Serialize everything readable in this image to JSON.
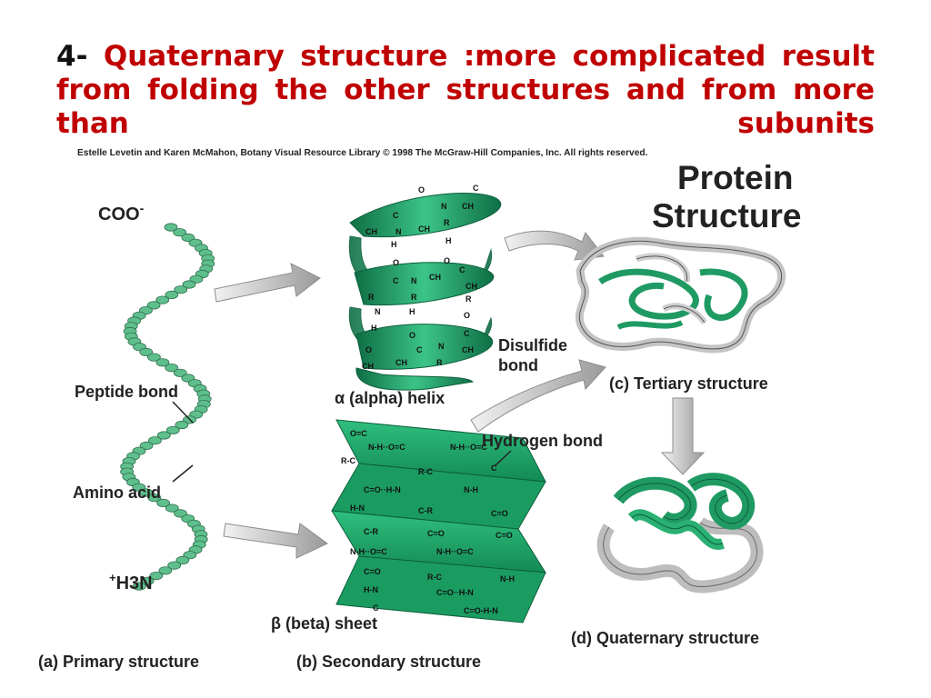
{
  "slide": {
    "title_num": "4-",
    "title_text": "Quaternary structure :more complicated result from folding the other structures and from more than subunits"
  },
  "figure": {
    "credit": "Estelle Levetin and Karen McMahon, Botany Visual Resource Library © 1998 The McGraw-Hill Companies, Inc. All rights reserved.",
    "heading_line1": "Protein",
    "heading_line2": "Structure",
    "labels": {
      "coo": "COO",
      "coo_sup": "-",
      "h3n_sup": "+",
      "h3n": "H3N",
      "peptide_bond": "Peptide bond",
      "amino_acid": "Amino acid",
      "alpha_helix": "α (alpha) helix",
      "beta_sheet": "β (beta) sheet",
      "hydrogen_bond": "Hydrogen bond",
      "disulfide_line1": "Disulfide",
      "disulfide_line2": "bond",
      "primary": "(a) Primary structure",
      "secondary": "(b) Secondary structure",
      "tertiary": "(c) Tertiary structure",
      "quaternary": "(d) Quaternary structure"
    },
    "colors": {
      "green": "#1f9a63",
      "green_dark": "#0f6e45",
      "bead": "#5fbf8c",
      "gray": "#b8b8b8",
      "arrow": "#c8c8c8",
      "title_red": "#c00000"
    }
  }
}
